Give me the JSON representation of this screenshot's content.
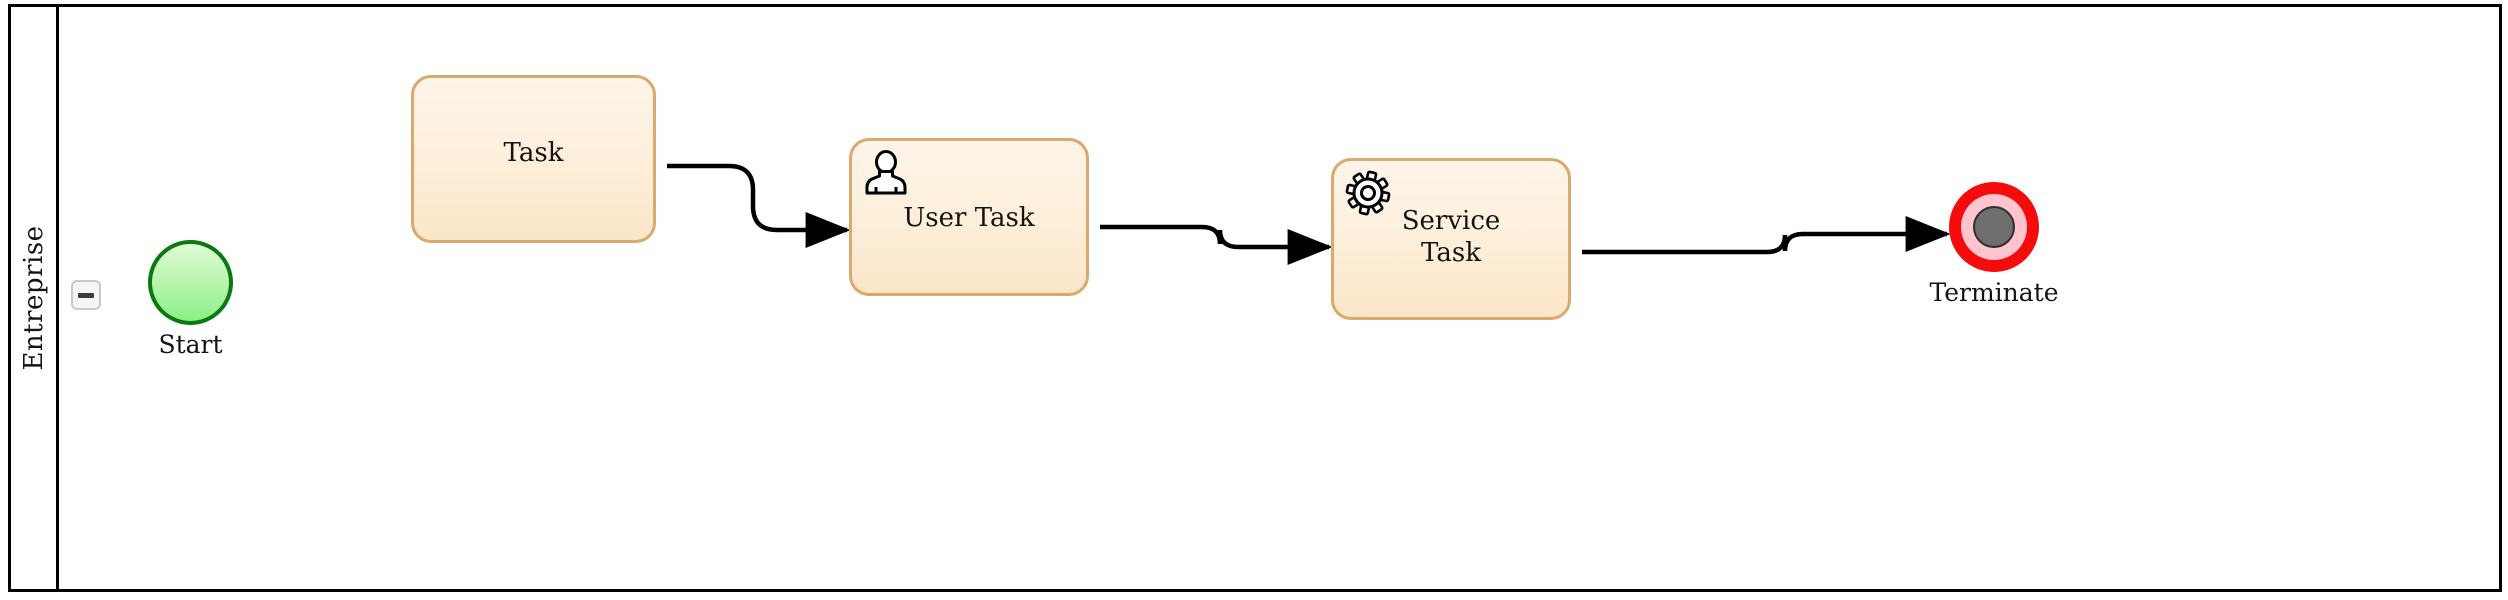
{
  "diagram": {
    "type": "bpmn-process",
    "pool": {
      "lane_label": "Entreprise",
      "collapse_button_label": "−"
    },
    "nodes": [
      {
        "id": "start",
        "kind": "start-event",
        "label": "Start",
        "icon": "none"
      },
      {
        "id": "task",
        "kind": "task",
        "label": "Task",
        "icon": "none"
      },
      {
        "id": "user",
        "kind": "user-task",
        "label": "User Task",
        "icon": "user-icon"
      },
      {
        "id": "service",
        "kind": "service-task",
        "label": "Service\nTask",
        "icon": "gear-icon"
      },
      {
        "id": "end",
        "kind": "terminate-end-event",
        "label": "Terminate",
        "icon": "terminate-icon"
      }
    ],
    "flows": [
      {
        "from": "task",
        "to": "user"
      },
      {
        "from": "user",
        "to": "service"
      },
      {
        "from": "service",
        "to": "end"
      }
    ],
    "colors": {
      "task_fill_top": "#fdf5e9",
      "task_fill_bottom": "#fbe6c8",
      "task_border": "#d9a96d",
      "start_fill_top": "#ddfcd6",
      "start_fill_bottom": "#8aef86",
      "start_border": "#0a7a10",
      "end_ring": "#f50b0b",
      "end_inner": "#ffc4ce",
      "end_core": "#6e6e6e",
      "pool_border": "#000000",
      "flow_stroke": "#000000",
      "text": "#141414"
    }
  }
}
